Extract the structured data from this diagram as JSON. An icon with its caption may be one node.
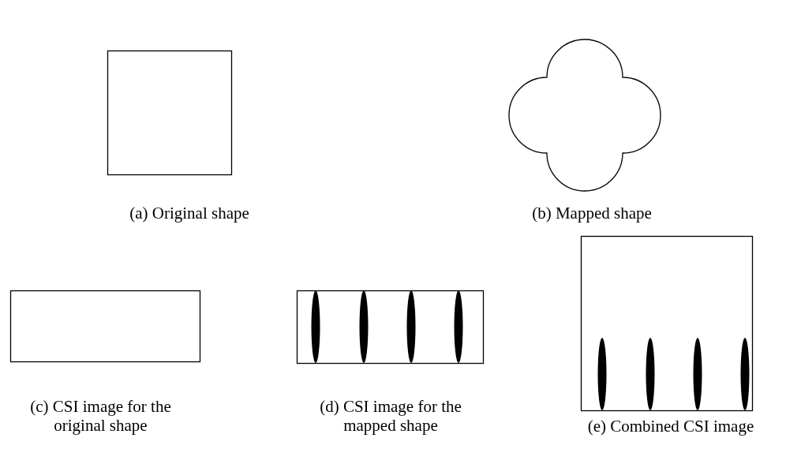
{
  "diagram": {
    "labels": [
      "(a) Original shape",
      "(b) Mapped shape",
      "(c) CSI image for the original shape",
      "(d) CSI image for the mapped shape",
      "(e) Combined CSI image"
    ]
  }
}
